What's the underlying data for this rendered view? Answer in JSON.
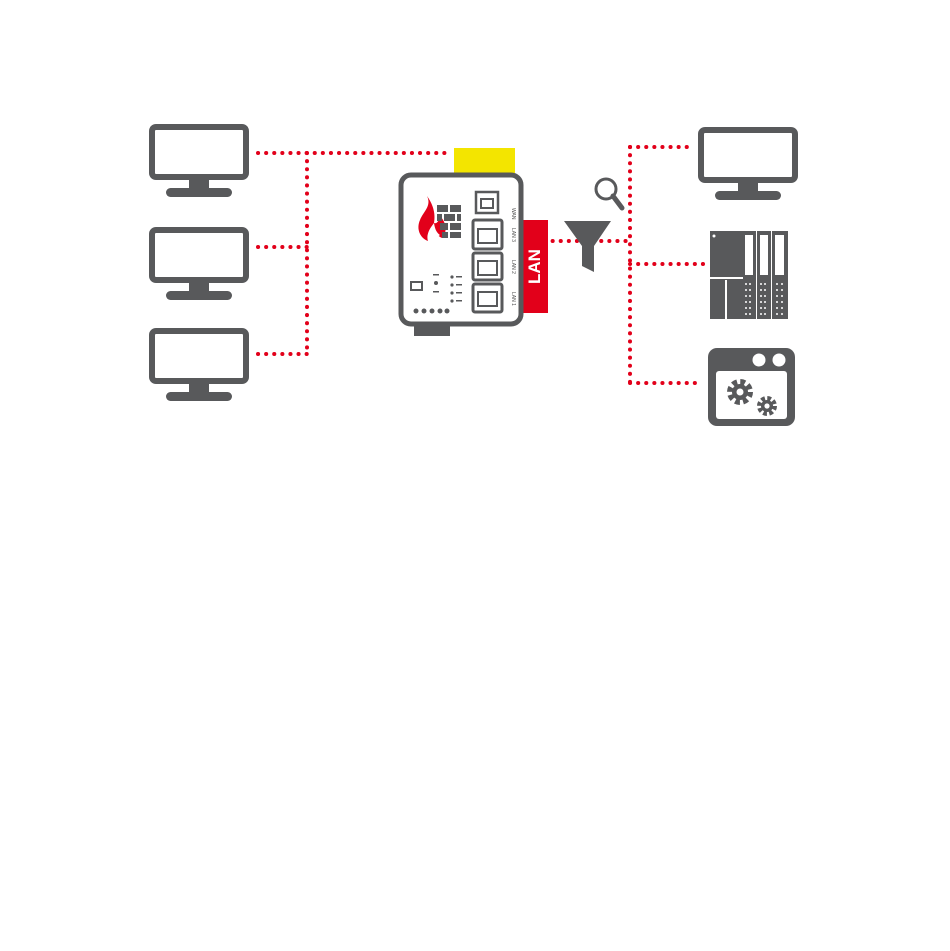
{
  "diagram": {
    "lan_tab_label": "LAN",
    "ports": {
      "wan": "WAN",
      "lan3": "LAN 3",
      "lan2": "LAN 2",
      "lan1": "LAN 1"
    },
    "icons": {
      "left_nodes": [
        "monitor-icon",
        "monitor-icon",
        "monitor-icon"
      ],
      "center": "firewall-router-icon",
      "filter": "funnel-filter-icon",
      "inspect": "magnifier-icon",
      "right_nodes": [
        "monitor-icon",
        "plc-rack-icon",
        "app-settings-icon"
      ]
    },
    "colors": {
      "device_gray": "#58595b",
      "accent_red": "#e2001a",
      "wan_yellow": "#f3e500",
      "background": "#ffffff"
    }
  }
}
